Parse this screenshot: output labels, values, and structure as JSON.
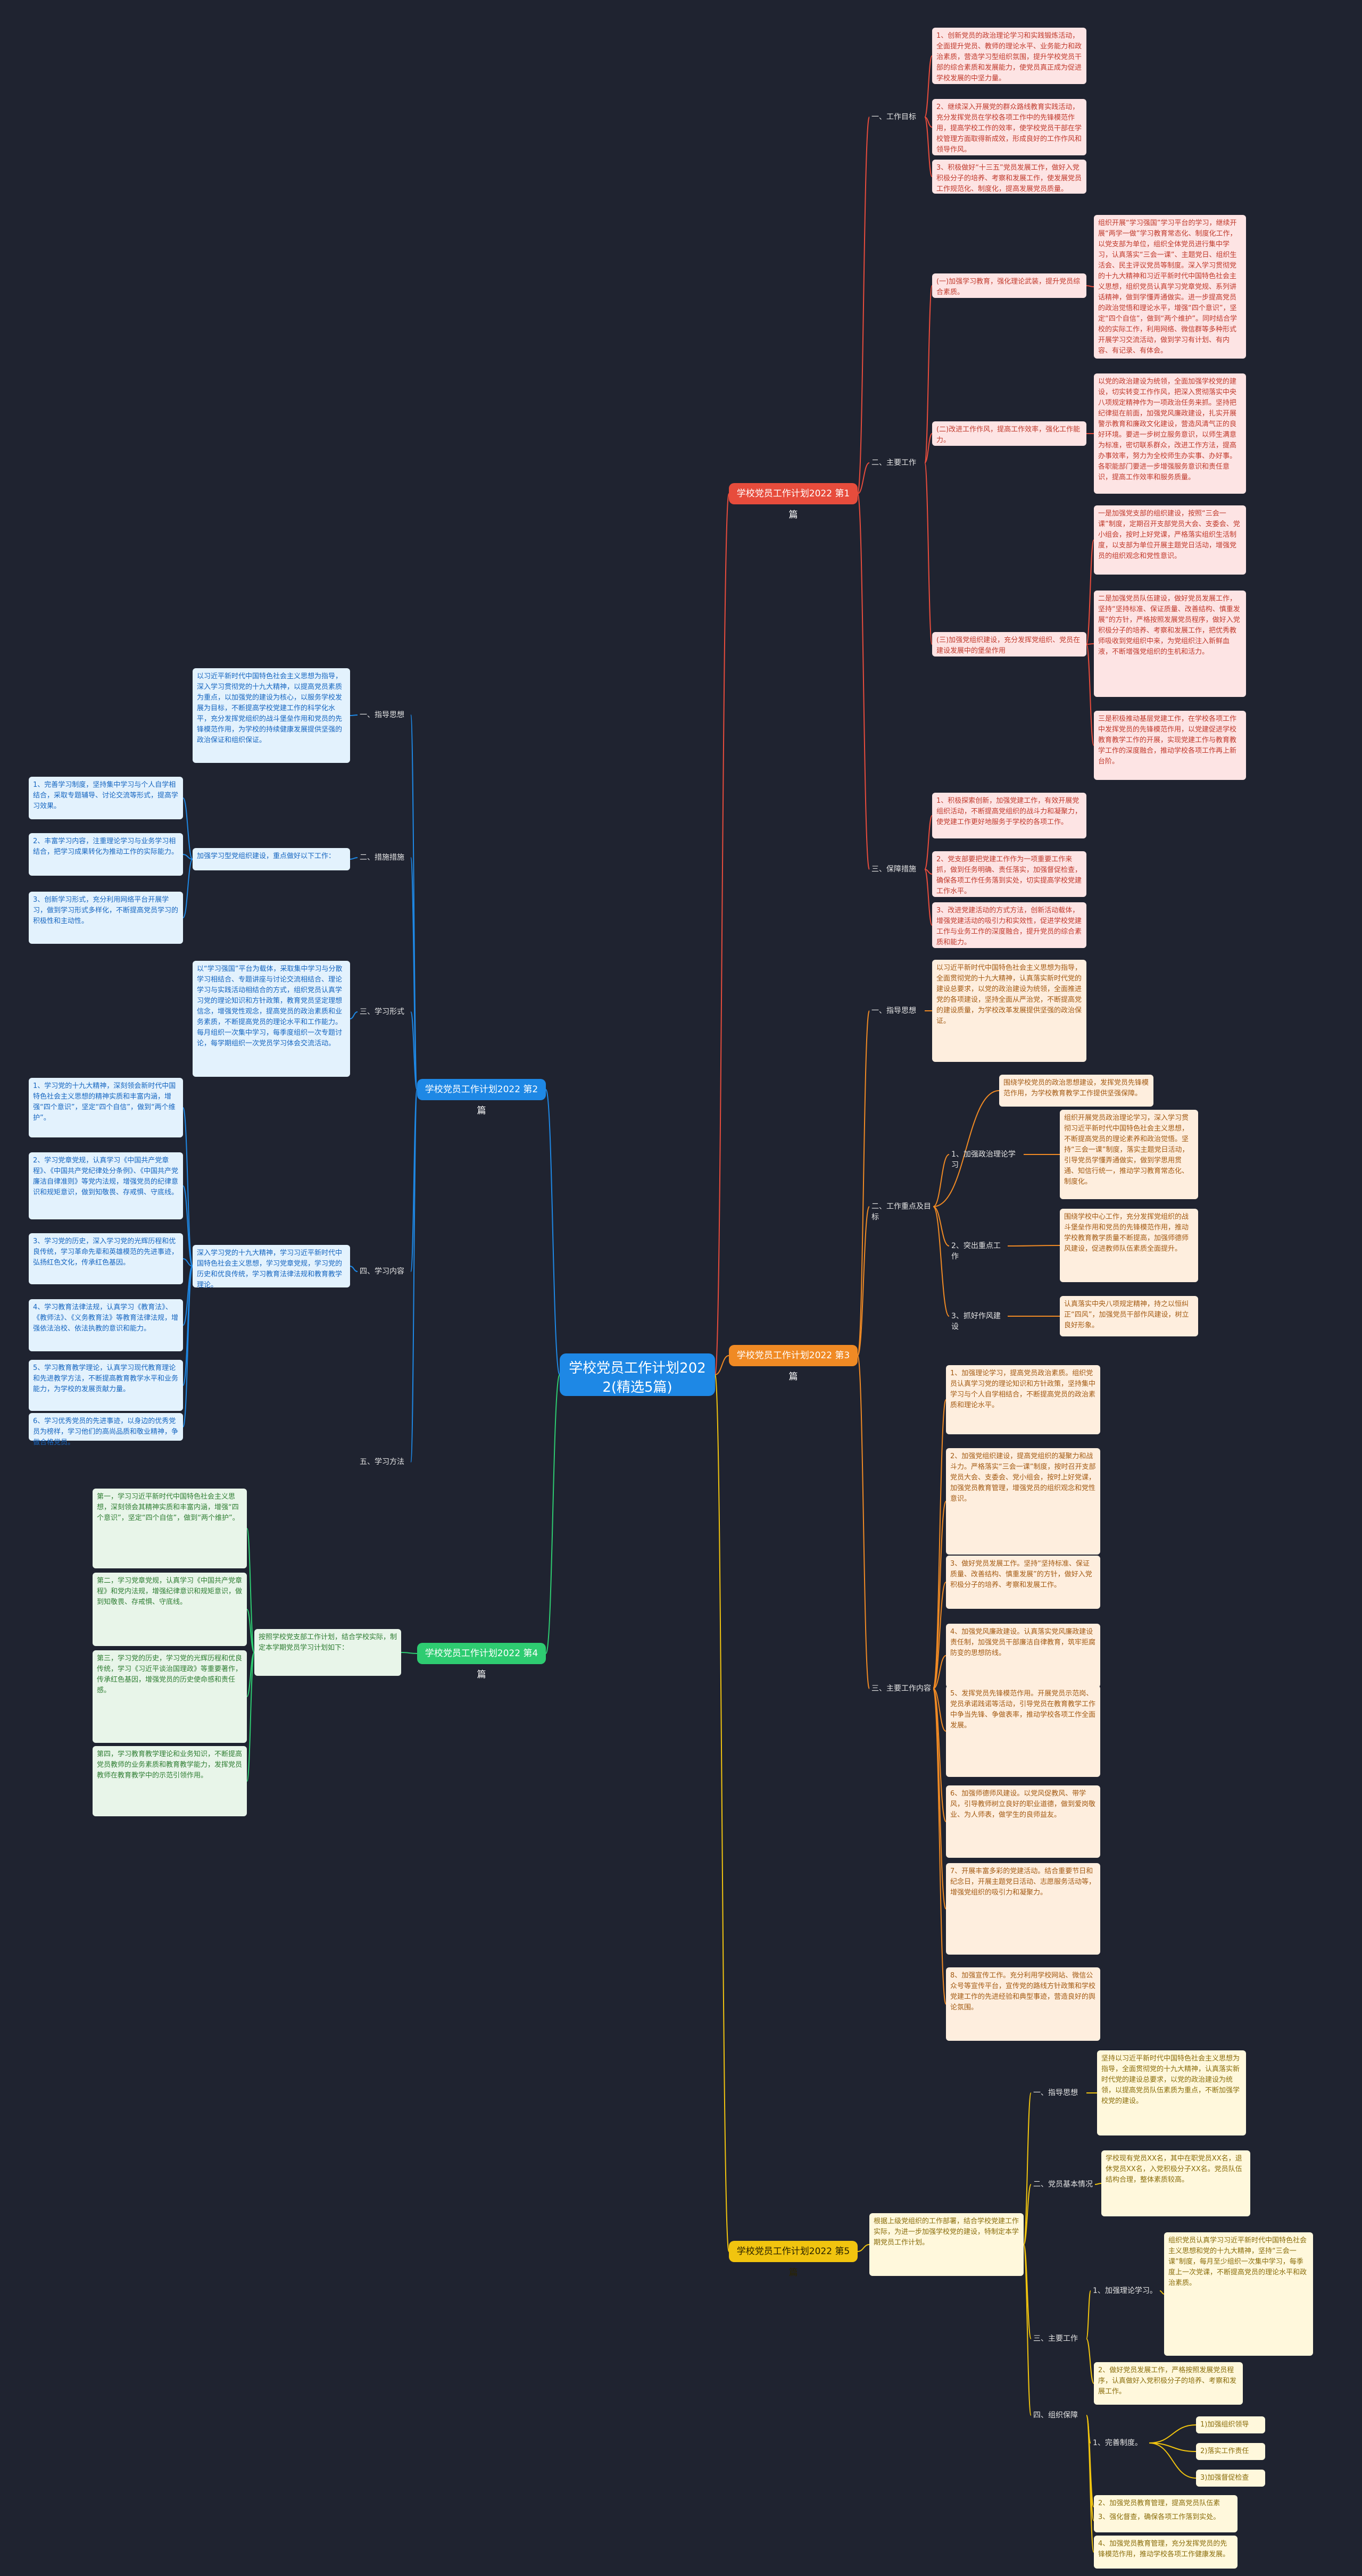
{
  "colors": {
    "background": "#1f2330",
    "root": "#1e88e5",
    "branch1": "#e74c3c",
    "branch2": "#1e88e5",
    "branch3": "#f08a24",
    "branch4": "#2ecc71",
    "branch5": "#f1c40f"
  },
  "root": "学校党员工作计划2022(精选5篇)",
  "b1": {
    "title": "学校党员工作计划2022 第1篇",
    "s1": "一、工作目标",
    "s1_1": "1、创新党员的政治理论学习和实践锻炼活动，全面提升党员、教师的理论水平、业务能力和政治素质，营造学习型组织氛围，提升学校党员干部的综合素质和发展能力，使党员真正成为促进学校发展的中坚力量。",
    "s1_2": "2、继续深入开展党的群众路线教育实践活动，充分发挥党员在学校各项工作中的先锋模范作用，提高学校工作的效率，使学校党员干部在学校管理方面取得新成效，形成良好的工作作风和领导作风。",
    "s1_3": "3、积极做好“十三五”党员发展工作，做好入党积极分子的培养、考察和发展工作，使发展党员工作规范化、制度化，提高发展党员质量。",
    "s2": "二、主要工作",
    "s2_1": "(一)加强学习教育，强化理论武装，提升党员综合素质。",
    "s2_1t": "组织开展“学习强国”学习平台的学习，继续开展“两学一做”学习教育常态化、制度化工作，以党支部为单位，组织全体党员进行集中学习，认真落实“三会一课”、主题党日、组织生活会、民主评议党员等制度。深入学习贯彻党的十九大精神和习近平新时代中国特色社会主义思想，组织党员认真学习党章党规、系列讲话精神，做到学懂弄通做实。进一步提高党员的政治觉悟和理论水平，增强“四个意识”，坚定“四个自信”，做到“两个维护”。同时结合学校的实际工作，利用网络、微信群等多种形式开展学习交流活动，做到学习有计划、有内容、有记录、有体会。",
    "s2_2": "(二)改进工作作风，提高工作效率，强化工作能力。",
    "s2_2t": "以党的政治建设为统领，全面加强学校党的建设，切实转变工作作风，把深入贯彻落实中央八项规定精神作为一项政治任务来抓。坚持把纪律挺在前面，加强党风廉政建设，扎实开展警示教育和廉政文化建设，营造风清气正的良好环境。要进一步树立服务意识，以师生满意为标准，密切联系群众，改进工作方法，提高办事效率，努力为全校师生办实事、办好事。各职能部门要进一步增强服务意识和责任意识，提高工作效率和服务质量。",
    "s2_3": "(三)加强党组织建设，充分发挥党组织、党员在建设发展中的堡垒作用",
    "s2_3t1": "一是加强党支部的组织建设，按照“三会一课”制度，定期召开支部党员大会、支委会、党小组会，按时上好党课，严格落实组织生活制度，以支部为单位开展主题党日活动，增强党员的组织观念和党性意识。",
    "s2_3t2": "二是加强党员队伍建设，做好党员发展工作，坚持“坚持标准、保证质量、改善结构、慎重发展”的方针，严格按照发展党员程序，做好入党积极分子的培养、考察和发展工作，把优秀教师吸收到党组织中来，为党组织注入新鲜血液，不断增强党组织的生机和活力。",
    "s2_3t3": "三是积极推动基层党建工作，在学校各项工作中发挥党员的先锋模范作用，以党建促进学校教育教学工作的开展，实现党建工作与教育教学工作的深度融合，推动学校各项工作再上新台阶。",
    "s3": "三、保障措施",
    "s3_1": "1、积极探索创新，加强党建工作，有效开展党组织活动，不断提高党组织的战斗力和凝聚力，使党建工作更好地服务于学校的各项工作。",
    "s3_2": "2、党支部要把党建工作作为一项重要工作来抓，做到任务明确、责任落实，加强督促检查，确保各项工作任务落到实处，切实提高学校党建工作水平。",
    "s3_3": "3、改进党建活动的方式方法，创新活动载体，增强党建活动的吸引力和实效性，促进学校党建工作与业务工作的深度融合，提升党员的综合素质和能力。"
  },
  "b2": {
    "title": "学校党员工作计划2022 第2篇",
    "s1": "一、指导思想",
    "s1t": "以习近平新时代中国特色社会主义思想为指导，深入学习贯彻党的十九大精神，以提高党员素质为重点，以加强党的建设为核心，以服务学校发展为目标，不断提高学校党建工作的科学化水平，充分发挥党组织的战斗堡垒作用和党员的先锋模范作用，为学校的持续健康发展提供坚强的政治保证和组织保证。",
    "s2": "二、措施措施",
    "s2t": "加强学习型党组织建设，重点做好以下工作：",
    "s2_1": "1、完善学习制度，坚持集中学习与个人自学相结合，采取专题辅导、讨论交流等形式，提高学习效果。",
    "s2_2": "2、丰富学习内容，注重理论学习与业务学习相结合，把学习成果转化为推动工作的实际能力。",
    "s2_3": "3、创新学习形式，充分利用网络平台开展学习，做到学习形式多样化，不断提高党员学习的积极性和主动性。",
    "s3": "三、学习形式",
    "s3t": "以“学习强国”平台为载体，采取集中学习与分散学习相结合、专题讲座与讨论交流相结合、理论学习与实践活动相结合的方式，组织党员认真学习党的理论知识和方针政策，教育党员坚定理想信念，增强党性观念，提高党员的政治素质和业务素质，不断提高党员的理论水平和工作能力。每月组织一次集中学习，每季度组织一次专题讨论，每学期组织一次党员学习体会交流活动。",
    "s4": "四、学习内容",
    "s4t": "深入学习党的十九大精神，学习习近平新时代中国特色社会主义思想，学习党章党规，学习党的历史和优良传统，学习教育法律法规和教育教学理论。",
    "s4_1": "1、学习党的十九大精神，深刻领会新时代中国特色社会主义思想的精神实质和丰富内涵，增强“四个意识”，坚定“四个自信”，做到“两个维护”。",
    "s4_2": "2、学习党章党规，认真学习《中国共产党章程》、《中国共产党纪律处分条例》、《中国共产党廉洁自律准则》等党内法规，增强党员的纪律意识和规矩意识，做到知敬畏、存戒惧、守底线。",
    "s4_3": "3、学习党的历史，深入学习党的光辉历程和优良传统，学习革命先辈和英雄模范的先进事迹，弘扬红色文化，传承红色基因。",
    "s4_4": "4、学习教育法律法规，认真学习《教育法》、《教师法》、《义务教育法》等教育法律法规，增强依法治校、依法执教的意识和能力。",
    "s4_5": "5、学习教育教学理论，认真学习现代教育理论和先进教学方法，不断提高教育教学水平和业务能力，为学校的发展贡献力量。",
    "s4_6": "6、学习优秀党员的先进事迹，以身边的优秀党员为榜样，学习他们的高尚品质和敬业精神，争做合格党员。",
    "s5": "五、学习方法"
  },
  "b3": {
    "title": "学校党员工作计划2022 第3篇",
    "s1": "一、指导思想",
    "s1t": "以习近平新时代中国特色社会主义思想为指导，全面贯彻党的十九大精神，认真落实新时代党的建设总要求，以党的政治建设为统领，全面推进党的各项建设，坚持全面从严治党，不断提高党的建设质量，为学校改革发展提供坚强的政治保证。",
    "s2": "二、工作重点及目标",
    "s2t": "围绕学校党员的政治思想建设，发挥党员先锋模范作用，为学校教育教学工作提供坚强保障。",
    "s2_1": "1、加强政治理论学习",
    "s2_1t": "组织开展党员政治理论学习，深入学习贯彻习近平新时代中国特色社会主义思想，不断提高党员的理论素养和政治觉悟。坚持“三会一课”制度，落实主题党日活动，引导党员学懂弄通做实，做到学思用贯通、知信行统一，推动学习教育常态化、制度化。",
    "s2_2": "2、突出重点工作",
    "s2_2t": "围绕学校中心工作，充分发挥党组织的战斗堡垒作用和党员的先锋模范作用，推动学校教育教学质量不断提高，加强师德师风建设，促进教师队伍素质全面提升。",
    "s2_3": "3、抓好作风建设",
    "s2_3t": "认真落实中央八项规定精神，持之以恒纠正“四风”，加强党员干部作风建设，树立良好形象。",
    "s3": "三、主要工作内容",
    "s3_1": "1、加强理论学习，提高党员政治素质。组织党员认真学习党的理论知识和方针政策，坚持集中学习与个人自学相结合，不断提高党员的政治素质和理论水平。",
    "s3_2": "2、加强党组织建设，提高党组织的凝聚力和战斗力。严格落实“三会一课”制度，按时召开支部党员大会、支委会、党小组会，按时上好党课，加强党员教育管理，增强党员的组织观念和党性意识。",
    "s3_3": "3、做好党员发展工作。坚持“坚持标准、保证质量、改善结构、慎重发展”的方针，做好入党积极分子的培养、考察和发展工作。",
    "s3_4": "4、加强党风廉政建设。认真落实党风廉政建设责任制，加强党员干部廉洁自律教育，筑牢拒腐防变的思想防线。",
    "s3_5": "5、发挥党员先锋模范作用。开展党员示范岗、党员承诺践诺等活动，引导党员在教育教学工作中争当先锋、争做表率，推动学校各项工作全面发展。",
    "s3_6": "6、加强师德师风建设。以党风促教风、带学风，引导教师树立良好的职业道德，做到爱岗敬业、为人师表，做学生的良师益友。",
    "s3_7": "7、开展丰富多彩的党建活动。结合重要节日和纪念日，开展主题党日活动、志愿服务活动等，增强党组织的吸引力和凝聚力。",
    "s3_8": "8、加强宣传工作。充分利用学校网站、微信公众号等宣传平台，宣传党的路线方针政策和学校党建工作的先进经验和典型事迹，营造良好的舆论氛围。"
  },
  "b4": {
    "title": "学校党员工作计划2022 第4篇",
    "intro": "按照学校党支部工作计划，结合学校实际，制定本学期党员学习计划如下：",
    "p1": "第一，学习习近平新时代中国特色社会主义思想，深刻领会其精神实质和丰富内涵，增强“四个意识”，坚定“四个自信”，做到“两个维护”。",
    "p2": "第二，学习党章党规，认真学习《中国共产党章程》和党内法规，增强纪律意识和规矩意识，做到知敬畏、存戒惧、守底线。",
    "p3": "第三，学习党的历史，学习党的光辉历程和优良传统，学习《习近平谈治国理政》等重要著作，传承红色基因，增强党员的历史使命感和责任感。",
    "p4": "第四，学习教育教学理论和业务知识，不断提高党员教师的业务素质和教育教学能力，发挥党员教师在教育教学中的示范引领作用。"
  },
  "b5": {
    "title": "学校党员工作计划2022 第5篇",
    "intro": "根据上级党组织的工作部署，结合学校党建工作实际，为进一步加强学校党的建设，特制定本学期党员工作计划。",
    "s1": "一、指导思想",
    "s1t": "坚持以习近平新时代中国特色社会主义思想为指导，全面贯彻党的十九大精神，认真落实新时代党的建设总要求，以党的政治建设为统领，以提高党员队伍素质为重点，不断加强学校党的建设。",
    "s2": "二、党员基本情况",
    "s2t": "学校现有党员XX名，其中在职党员XX名，退休党员XX名，入党积极分子XX名。党员队伍结构合理，整体素质较高。",
    "s3": "三、主要工作",
    "s3_1": "1、加强理论学习。",
    "s3_1t": "组织党员认真学习习近平新时代中国特色社会主义思想和党的十九大精神，坚持“三会一课”制度，每月至少组织一次集中学习，每季度上一次党课，不断提高党员的理论水平和政治素质。",
    "s3_2": "2、做好党员发展工作，严格按照发展党员程序，认真做好入党积极分子的培养、考察和发展工作。",
    "s4": "四、组织保障",
    "s4_1": "1、完善制度。",
    "s4_1a": "1)加强组织领导",
    "s4_1b": "2)落实工作责任",
    "s4_1c": "3)加强督促检查",
    "s4_2": "2、加强党员教育管理，提高党员队伍素质。",
    "s4_3": "3、强化督查，确保各项工作落到实处。",
    "s4_4": "4、加强党员教育管理，充分发挥党员的先锋模范作用，推动学校各项工作健康发展。"
  }
}
